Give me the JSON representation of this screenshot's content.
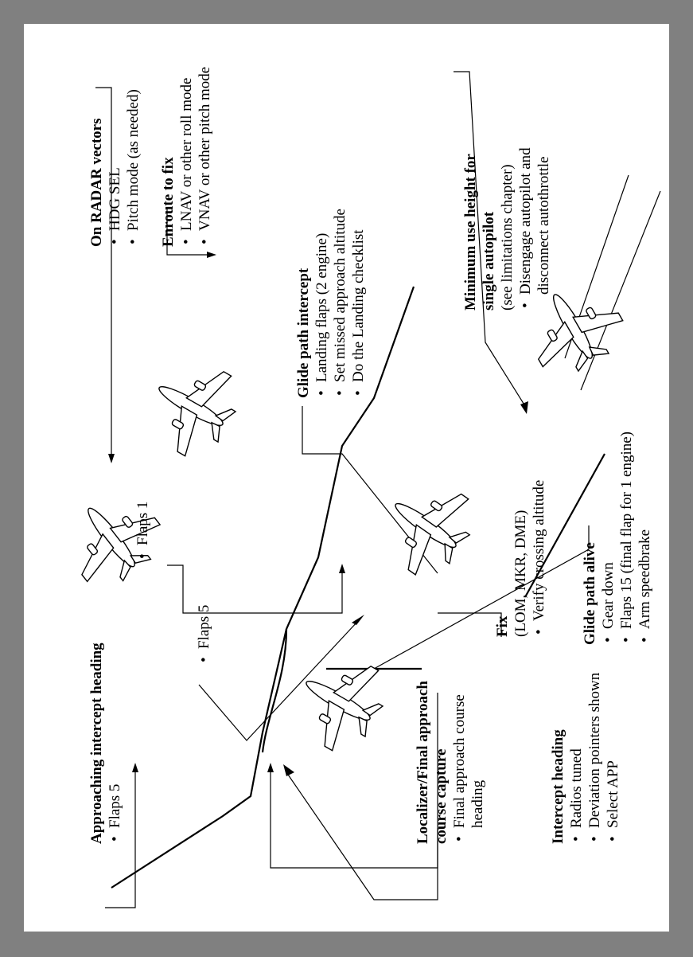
{
  "approaching": {
    "title": "Approaching intercept heading",
    "items": [
      "Flaps 5"
    ]
  },
  "localizer": {
    "title1": "Localizer/Final approach",
    "title2": "course capture",
    "items": [
      "Final approach course",
      "heading"
    ]
  },
  "intercept": {
    "title": "Intercept heading",
    "items": [
      "Radios tuned",
      "Deviation pointers shown",
      "Select APP"
    ]
  },
  "flaps5": {
    "label": "Flaps 5"
  },
  "flaps1": {
    "label": "Flaps 1"
  },
  "glide_intercept": {
    "title": "Glide path intercept",
    "items": [
      "Landing flaps (2 engine)",
      "Set missed approach altitude",
      "Do the Landing checklist"
    ]
  },
  "fix": {
    "title": "Fix",
    "sub": "(LOM, MKR, DME)",
    "items": [
      "Verify crossing altitude"
    ]
  },
  "glide_alive": {
    "title": "Glide path alive",
    "items": [
      "Gear down",
      "Flaps 15 (final flap for 1 engine)",
      "Arm speedbrake"
    ]
  },
  "radar": {
    "title": "On RADAR vectors",
    "items": [
      "HDG SEL",
      "Pitch mode (as needed)"
    ]
  },
  "enroute": {
    "title": "Enroute to fix",
    "items": [
      "LNAV or other roll mode",
      "VNAV or other pitch mode"
    ]
  },
  "minimum": {
    "title1": "Minimum use height for",
    "title2": "single autopilot",
    "sub": "(see limitations chapter)",
    "items": [
      "Disengage autopilot and",
      "disconnect autothrottle"
    ]
  }
}
